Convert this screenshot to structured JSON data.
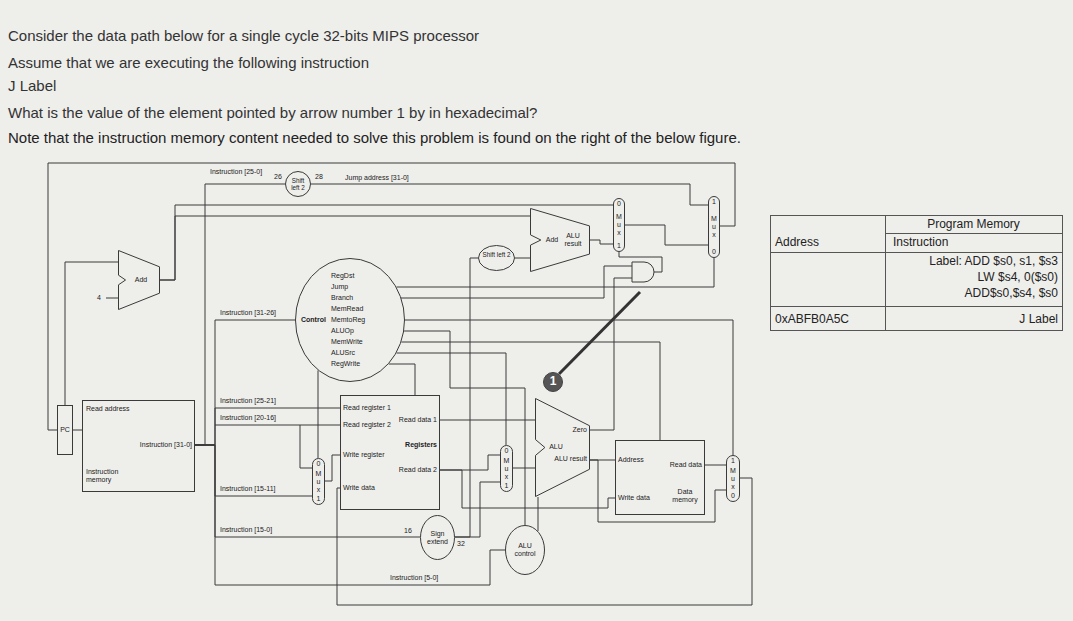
{
  "diagram": {
    "nodes": [
      {
        "text": [
          "Shift left 2"
        ]
      },
      {
        "text": [
          "Add"
        ]
      },
      {
        "text": [
          "PC"
        ]
      },
      {
        "text": [
          "Read address",
          "Instruction [31-0]",
          "Instruction memory"
        ]
      },
      {
        "text": [
          "Control",
          "RegDst",
          "Jump",
          "Branch",
          "MemRead",
          "MemtoReg",
          "ALUOp",
          "MemWrite",
          "ALUSrc",
          "RegWrite"
        ]
      },
      {
        "text": [
          "0",
          "M u x",
          "1"
        ]
      },
      {
        "text": [
          "Read register 1",
          "Read register 2",
          "Write register",
          "Write data",
          "Read data 1",
          "Read data 2",
          "Registers"
        ]
      },
      {
        "text": [
          "Sign extend"
        ]
      },
      {
        "text": [
          "0",
          "M u x",
          "1"
        ]
      },
      {
        "text": [
          "ALU control"
        ]
      },
      {
        "text": [
          "Shift left 2"
        ]
      },
      {
        "text": [
          "Add",
          "ALU result"
        ]
      },
      {
        "text": [
          "ALU",
          "Zero",
          "ALU result"
        ]
      },
      {
        "text": [
          "Address",
          "Read data",
          "Write data",
          "Data memory"
        ]
      },
      {
        "text": [
          "1",
          "M u x",
          "0"
        ]
      },
      {
        "text": [
          "0",
          "M u x",
          "1"
        ]
      },
      {
        "text": [
          "1",
          "M u x",
          "0"
        ]
      },
      {
        "text": [
          "1"
        ]
      }
    ],
    "edges": [
      {
        "from": 2,
        "to": 3,
        "arrow": "none"
      },
      {
        "from": 2,
        "to": 1,
        "arrow": "none"
      },
      {
        "from": 16,
        "to": 2,
        "arrow": "none"
      },
      {
        "from": 3,
        "to": 0,
        "arrow": "none"
      },
      {
        "from": 0,
        "to": 16,
        "arrow": "none"
      },
      {
        "from": 1,
        "to": 11,
        "arrow": "none"
      },
      {
        "from": 1,
        "to": 15,
        "arrow": "none"
      },
      {
        "from": 10,
        "to": 11,
        "arrow": "none"
      },
      {
        "from": 11,
        "to": 15,
        "arrow": "none"
      },
      {
        "from": 15,
        "to": 16,
        "arrow": "none"
      },
      {
        "from": 3,
        "to": 4,
        "arrow": "none"
      },
      {
        "from": 3,
        "to": 6,
        "arrow": "none"
      },
      {
        "from": 3,
        "to": 5,
        "arrow": "none"
      },
      {
        "from": 3,
        "to": 7,
        "arrow": "none"
      },
      {
        "from": 3,
        "to": 9,
        "arrow": "none"
      },
      {
        "from": 4,
        "to": 16,
        "arrow": "none"
      },
      {
        "from": 4,
        "to": 5,
        "arrow": "none"
      },
      {
        "from": 4,
        "to": 6,
        "arrow": "none"
      },
      {
        "from": 4,
        "to": 8,
        "arrow": "none"
      },
      {
        "from": 4,
        "to": 9,
        "arrow": "none"
      },
      {
        "from": 4,
        "to": 13,
        "arrow": "none"
      },
      {
        "from": 4,
        "to": 14,
        "arrow": "none"
      },
      {
        "from": 5,
        "to": 6,
        "arrow": "none"
      },
      {
        "from": 6,
        "to": 12,
        "arrow": "none"
      },
      {
        "from": 6,
        "to": 8,
        "arrow": "none"
      },
      {
        "from": 6,
        "to": 13,
        "arrow": "none"
      },
      {
        "from": 7,
        "to": 8,
        "arrow": "none"
      },
      {
        "from": 7,
        "to": 10,
        "arrow": "none"
      },
      {
        "from": 8,
        "to": 12,
        "arrow": "none"
      },
      {
        "from": 9,
        "to": 12,
        "arrow": "none"
      },
      {
        "from": 12,
        "to": 13,
        "arrow": "none"
      },
      {
        "from": 12,
        "to": 14,
        "arrow": "none"
      },
      {
        "from": 13,
        "to": 14,
        "arrow": "none"
      },
      {
        "from": 14,
        "to": 6,
        "arrow": "none"
      }
    ],
    "labels": [
      "Consider the data path below for a single cycle 32-bits MIPS processor",
      "Assume that we are executing the following instruction",
      "J Label",
      "What is the value of the element pointed by arrow number 1 by in hexadecimal?",
      "Note that the instruction memory content needed to solve this problem is found on the right of the below figure.",
      "Instruction [25-0]",
      "26",
      "28",
      "Jump address [31-0]",
      "4",
      "Instruction [31-26]",
      "Instruction [25-21]",
      "Instruction [20-16]",
      "Instruction [15-11]",
      "Instruction [15-0]",
      "16",
      "32",
      "Instruction [5-0]",
      "Program Memory",
      "Address",
      "Instruction",
      "Label: ADD $s0, s1, $s3",
      "LW $s4, 0($s0)",
      "ADD$s0,$s4, $s0",
      "0xABFB0A5C",
      "J Label"
    ]
  }
}
